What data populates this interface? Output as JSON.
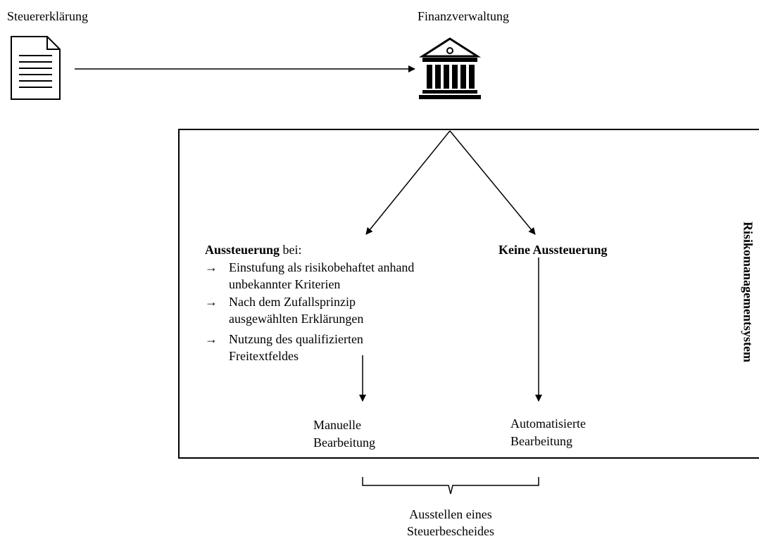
{
  "nodes": {
    "tax_return": {
      "label": "Steuererklärung",
      "icon": "document-icon"
    },
    "tax_office": {
      "label": "Finanzverwaltung",
      "icon": "bank-building-icon"
    },
    "system_label": "Risikomanagementsystem",
    "flagged": {
      "title_bold": "Aussteuerung",
      "title_rest": " bei:",
      "arrow": "→",
      "criteria": [
        {
          "line1": "Einstufung als risikobehaftet anhand",
          "line2": "unbekannter Kriterien"
        },
        {
          "line1": "Nach dem Zufallsprinzip",
          "line2": "ausgewählten Erklärungen"
        },
        {
          "line1": "Nutzung des qualifizierten",
          "line2": "Freitextfeldes"
        }
      ]
    },
    "not_flagged": {
      "title": "Keine Aussteuerung"
    },
    "manual": {
      "line1": "Manuelle",
      "line2": "Bearbeitung"
    },
    "automated": {
      "line1": "Automatisierte",
      "line2": "Bearbeitung"
    },
    "result": {
      "line1": "Ausstellen eines",
      "line2": "Steuerbescheides"
    }
  },
  "edges": [
    {
      "from": "tax_return",
      "to": "tax_office"
    },
    {
      "from": "tax_office",
      "to": "flagged"
    },
    {
      "from": "tax_office",
      "to": "not_flagged"
    },
    {
      "from": "flagged",
      "to": "manual"
    },
    {
      "from": "not_flagged",
      "to": "automated"
    },
    {
      "from": "manual",
      "to": "result",
      "type": "brace"
    },
    {
      "from": "automated",
      "to": "result",
      "type": "brace"
    }
  ]
}
